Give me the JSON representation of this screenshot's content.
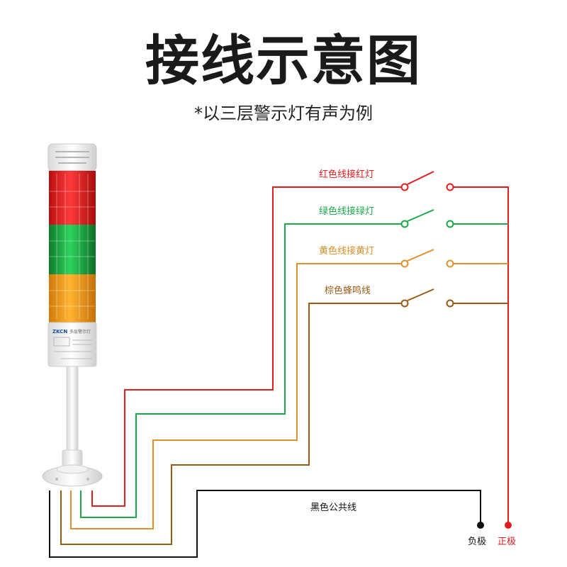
{
  "title": "接线示意图",
  "subtitle": "*以三层警示灯有声为例",
  "colors": {
    "red": "#e21d1d",
    "green": "#1aa84a",
    "yellow": "#e0902a",
    "brown": "#9a5a14",
    "black": "#111111"
  },
  "wires": [
    {
      "label": "红色线接红灯",
      "color": "#e21d1d"
    },
    {
      "label": "绿色线接绿灯",
      "color": "#1aa84a"
    },
    {
      "label": "黄色线接黄灯",
      "color": "#e0902a"
    },
    {
      "label": "棕色蜂鸣线",
      "color": "#9a5a14"
    }
  ],
  "common_wire_label": "黑色公共线",
  "negative_label": "负极",
  "positive_label": "正极",
  "device": {
    "brand": "ZKCN",
    "product_name": "多层警示灯"
  }
}
